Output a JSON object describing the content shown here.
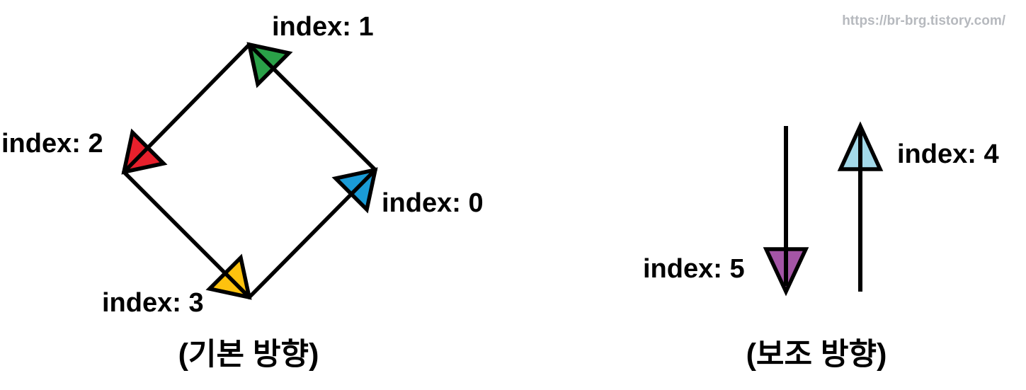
{
  "watermark": {
    "text": "https://br-brg.tistory.com/",
    "color": "#b6b9be"
  },
  "primary_group": {
    "caption": "(기본 방향)",
    "arrows": [
      {
        "label": "index: 0",
        "color": "#1a9cd8",
        "direction": "up-right",
        "at": "right-vertex"
      },
      {
        "label": "index: 1",
        "color": "#2aa148",
        "direction": "up-left",
        "at": "top-vertex"
      },
      {
        "label": "index: 2",
        "color": "#e7202c",
        "direction": "down-left",
        "at": "left-vertex"
      },
      {
        "label": "index: 3",
        "color": "#fdc20e",
        "direction": "down-right",
        "at": "bottom-vertex"
      }
    ]
  },
  "secondary_group": {
    "caption": "(보조 방향)",
    "arrows": [
      {
        "label": "index: 4",
        "color": "#a3d9e9",
        "direction": "up"
      },
      {
        "label": "index: 5",
        "color": "#a455a6",
        "direction": "down"
      }
    ]
  },
  "ink_color": "#000000"
}
